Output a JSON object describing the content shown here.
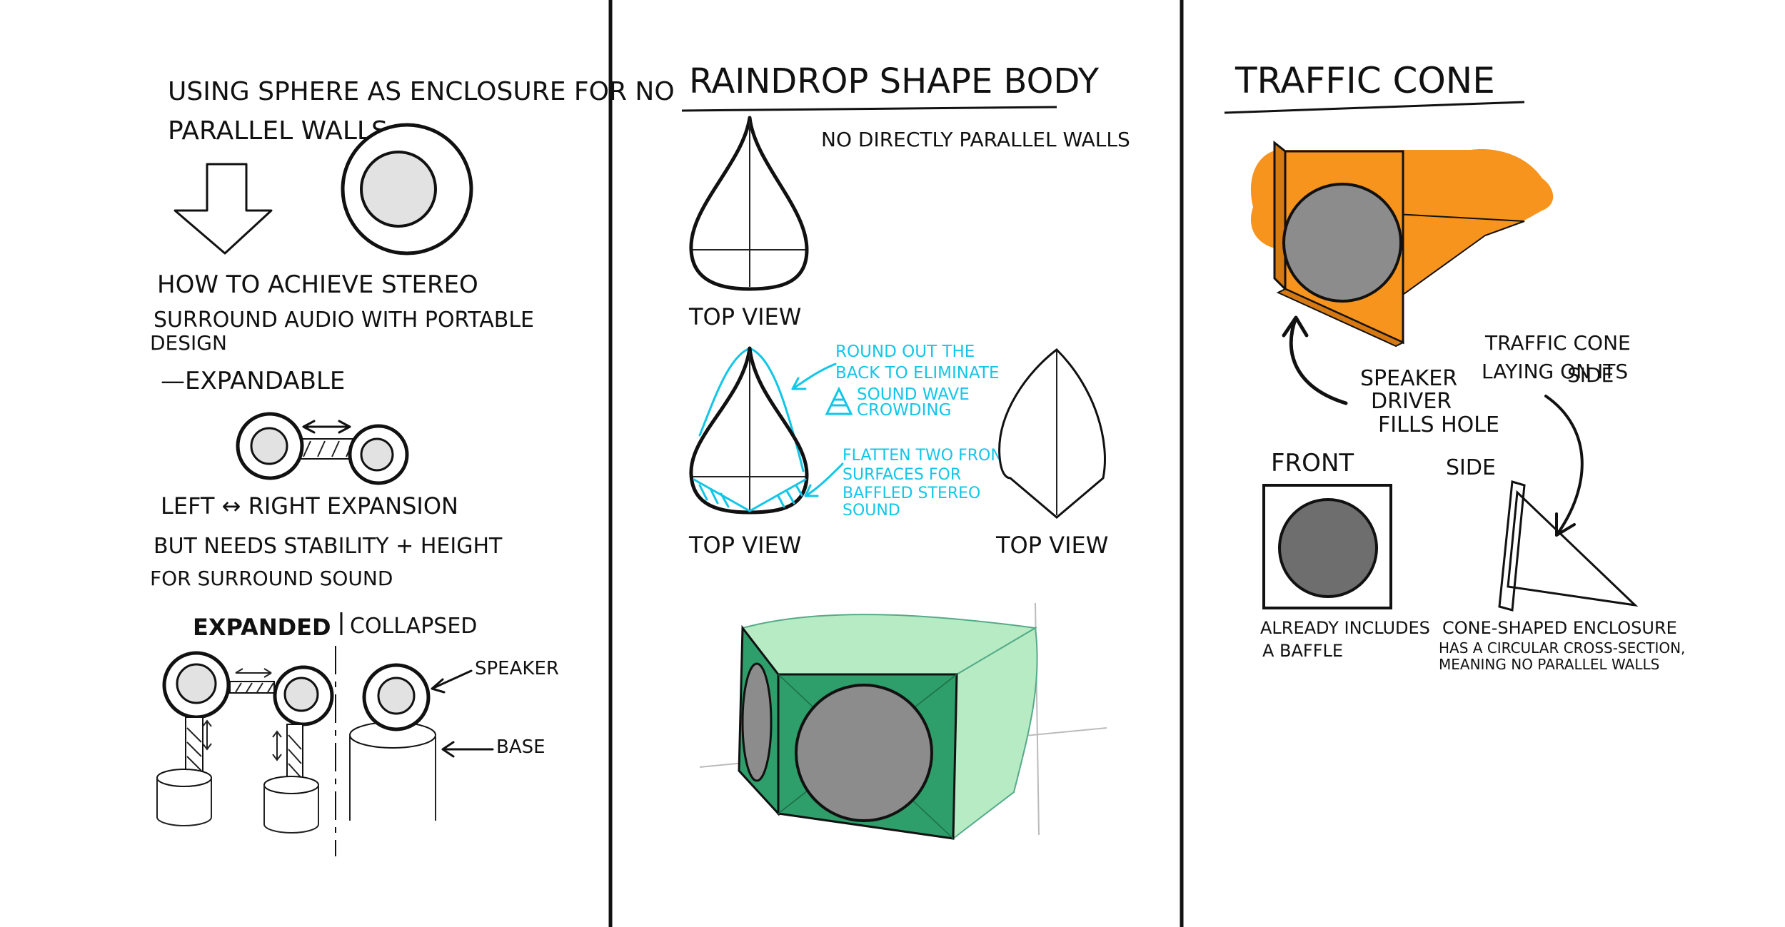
{
  "panel1": {
    "title_line1": "USING SPHERE AS ENCLOSURE FOR NO",
    "title_line2": "PARALLEL WALLS",
    "q_line1": "HOW TO ACHIEVE STEREO",
    "q_line2": "SURROUND AUDIO WITH PORTABLE",
    "q_line3": "DESIGN",
    "expandable": "—EXPANDABLE",
    "note_line1": "LEFT ↔ RIGHT EXPANSION",
    "note_line2": "BUT NEEDS STABILITY + HEIGHT",
    "note_line3": "FOR SURROUND SOUND",
    "expanded": "EXPANDED",
    "collapsed": "COLLAPSED",
    "speaker": "SPEAKER",
    "base": "BASE"
  },
  "panel2": {
    "title": "RAINDROP SHAPE BODY",
    "note": "NO DIRECTLY PARALLEL WALLS",
    "top_view": "TOP VIEW",
    "round_line1": "ROUND OUT THE",
    "round_line2": "BACK TO ELIMINATE",
    "round_line3": "SOUND WAVE",
    "round_line4": "CROWDING",
    "flat_line1": "FLATTEN TWO FRONT",
    "flat_line2": "SURFACES FOR",
    "flat_line3": "BAFFLED STEREO",
    "flat_line4": "SOUND"
  },
  "panel3": {
    "title": "TRAFFIC CONE",
    "speaker_line1": "SPEAKER",
    "speaker_line2": "DRIVER",
    "speaker_line3": "FILLS HOLE",
    "cone_line1": "TRAFFIC CONE",
    "cone_line2": "LAYING ON ITS",
    "cone_line3": "SIDE",
    "front": "FRONT",
    "side": "SIDE",
    "baffle_line1": "ALREADY INCLUDES",
    "baffle_line2": "A BAFFLE",
    "cone_note1": "CONE-SHAPED ENCLOSURE",
    "cone_note2": "HAS A CIRCULAR CROSS-SECTION,",
    "cone_note3": "MEANING NO PARALLEL WALLS"
  },
  "colors": {
    "ink": "#111111",
    "accent_cyan": "#12c6e8",
    "cone_orange": "#f7941d",
    "box_green": "#2e9e6a",
    "box_green_light": "#b6ebc4",
    "driver_gray": "#8c8c8c",
    "sphere_gray": "#e2e2e2"
  }
}
